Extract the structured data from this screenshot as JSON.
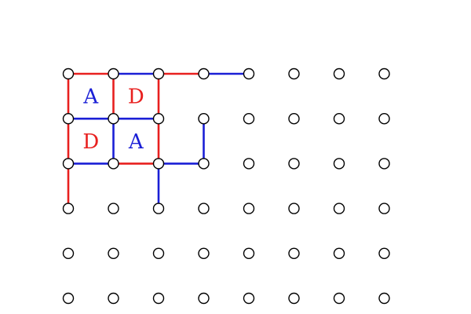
{
  "game": {
    "name": "dots-and-boxes",
    "grid": {
      "rows": 6,
      "cols": 8
    },
    "players": [
      {
        "id": "red",
        "color": "#e8201f"
      },
      {
        "id": "blue",
        "color": "#1a1fd6"
      }
    ],
    "dot_stroke_color": "#000000",
    "dot_fill_color": "#ffffff",
    "lines": [
      {
        "from": [
          0,
          0
        ],
        "to": [
          0,
          1
        ],
        "owner": "red"
      },
      {
        "from": [
          0,
          1
        ],
        "to": [
          0,
          2
        ],
        "owner": "blue"
      },
      {
        "from": [
          0,
          2
        ],
        "to": [
          0,
          3
        ],
        "owner": "red"
      },
      {
        "from": [
          0,
          3
        ],
        "to": [
          0,
          4
        ],
        "owner": "blue"
      },
      {
        "from": [
          0,
          0
        ],
        "to": [
          1,
          0
        ],
        "owner": "red"
      },
      {
        "from": [
          0,
          1
        ],
        "to": [
          1,
          1
        ],
        "owner": "red"
      },
      {
        "from": [
          0,
          2
        ],
        "to": [
          1,
          2
        ],
        "owner": "red"
      },
      {
        "from": [
          1,
          0
        ],
        "to": [
          1,
          1
        ],
        "owner": "blue"
      },
      {
        "from": [
          1,
          1
        ],
        "to": [
          1,
          2
        ],
        "owner": "blue"
      },
      {
        "from": [
          1,
          0
        ],
        "to": [
          2,
          0
        ],
        "owner": "red"
      },
      {
        "from": [
          1,
          1
        ],
        "to": [
          2,
          1
        ],
        "owner": "blue"
      },
      {
        "from": [
          1,
          2
        ],
        "to": [
          2,
          2
        ],
        "owner": "red"
      },
      {
        "from": [
          1,
          3
        ],
        "to": [
          2,
          3
        ],
        "owner": "blue"
      },
      {
        "from": [
          2,
          0
        ],
        "to": [
          2,
          1
        ],
        "owner": "blue"
      },
      {
        "from": [
          2,
          1
        ],
        "to": [
          2,
          2
        ],
        "owner": "red"
      },
      {
        "from": [
          2,
          2
        ],
        "to": [
          2,
          3
        ],
        "owner": "blue"
      },
      {
        "from": [
          2,
          0
        ],
        "to": [
          3,
          0
        ],
        "owner": "red"
      },
      {
        "from": [
          2,
          2
        ],
        "to": [
          3,
          2
        ],
        "owner": "blue"
      }
    ],
    "boxes": [
      {
        "row": 0,
        "col": 0,
        "letter": "A",
        "owner": "blue"
      },
      {
        "row": 0,
        "col": 1,
        "letter": "D",
        "owner": "red"
      },
      {
        "row": 1,
        "col": 0,
        "letter": "D",
        "owner": "red"
      },
      {
        "row": 1,
        "col": 1,
        "letter": "A",
        "owner": "blue"
      }
    ]
  }
}
